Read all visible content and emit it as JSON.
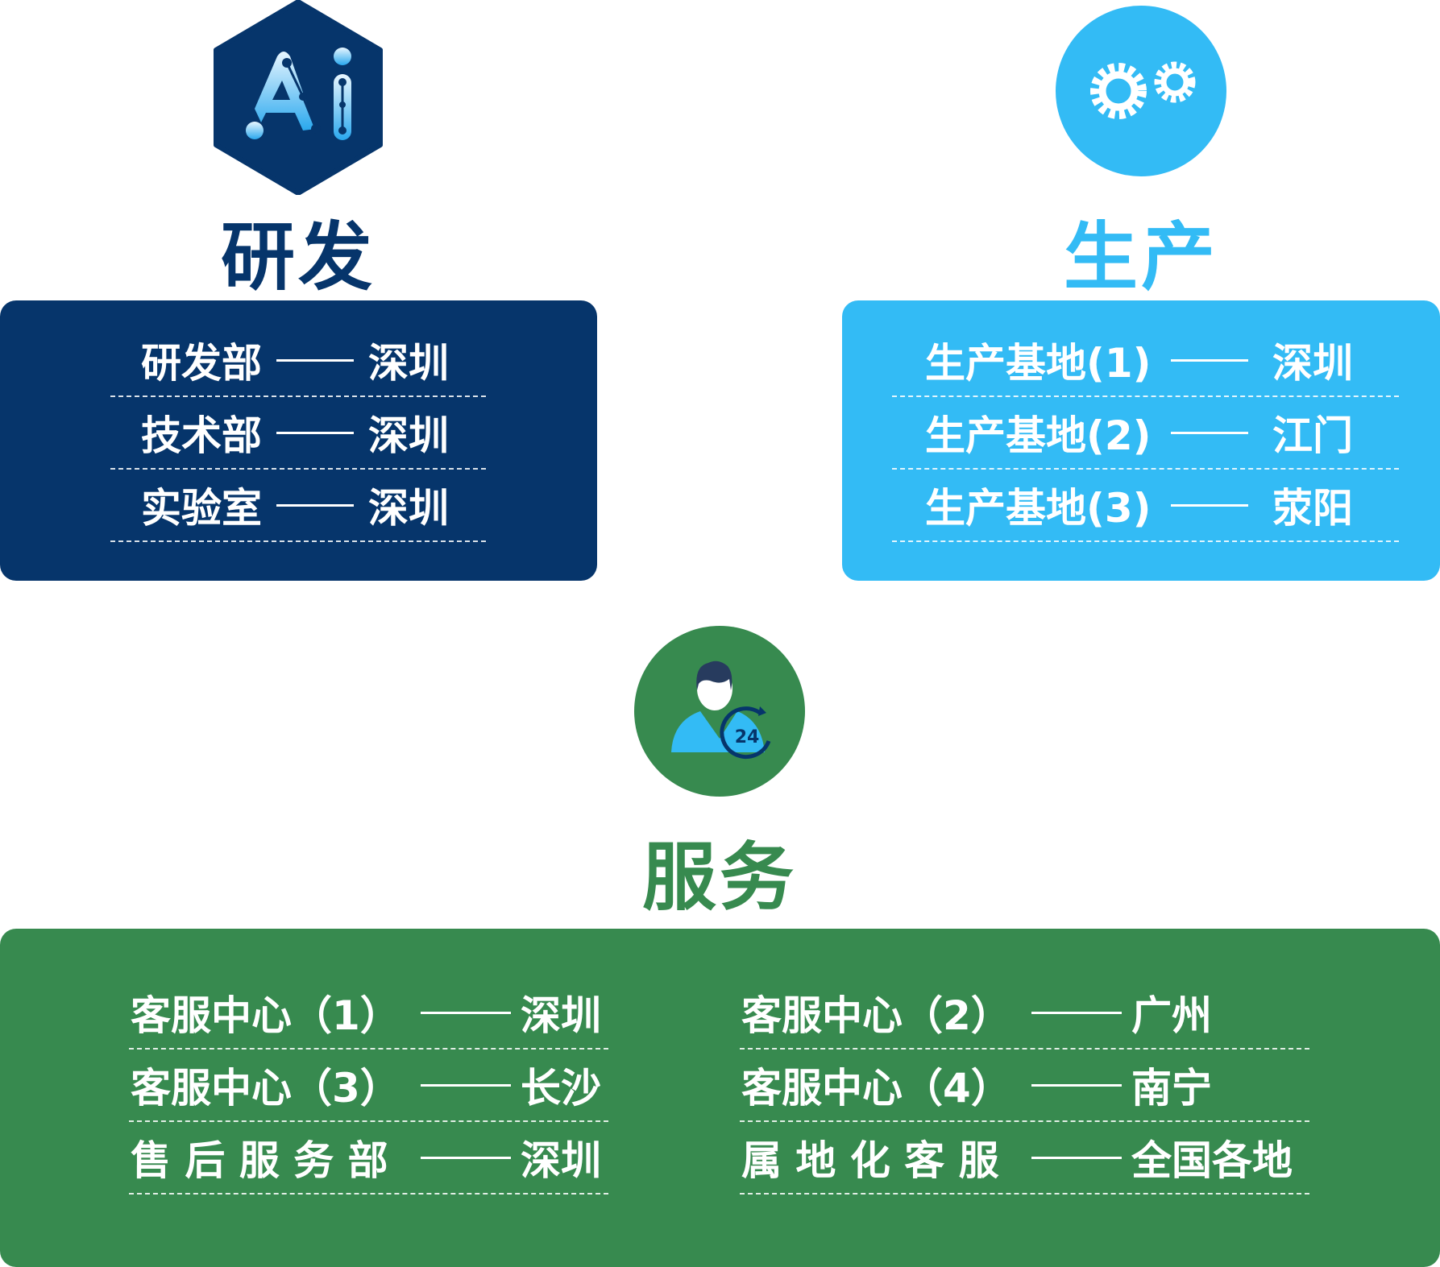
{
  "colors": {
    "rd": "#06356b",
    "production": "#33bbf5",
    "service": "#378a4f"
  },
  "rd": {
    "icon": "ai-hexagon-icon",
    "title": "研发",
    "rows": [
      {
        "name": "研发部",
        "location": "深圳"
      },
      {
        "name": "技术部",
        "location": "深圳"
      },
      {
        "name": "实验室",
        "location": "深圳"
      }
    ]
  },
  "production": {
    "icon": "gears-icon",
    "title": "生产",
    "rows": [
      {
        "name": "生产基地(1)",
        "location": "深圳"
      },
      {
        "name": "生产基地(2)",
        "location": "江门"
      },
      {
        "name": "生产基地(3)",
        "location": "荥阳"
      }
    ]
  },
  "service": {
    "icon": "customer-service-24h-icon",
    "icon_text": "24",
    "title": "服务",
    "rows": [
      {
        "name": "客服中心（1）",
        "location": "深圳"
      },
      {
        "name": "客服中心（2）",
        "location": "广州"
      },
      {
        "name": "客服中心（3）",
        "location": "长沙"
      },
      {
        "name": "客服中心（4）",
        "location": "南宁"
      },
      {
        "name": "售 后 服 务 部",
        "location": "深圳"
      },
      {
        "name": "属 地 化 客 服",
        "location": "全国各地"
      }
    ]
  }
}
